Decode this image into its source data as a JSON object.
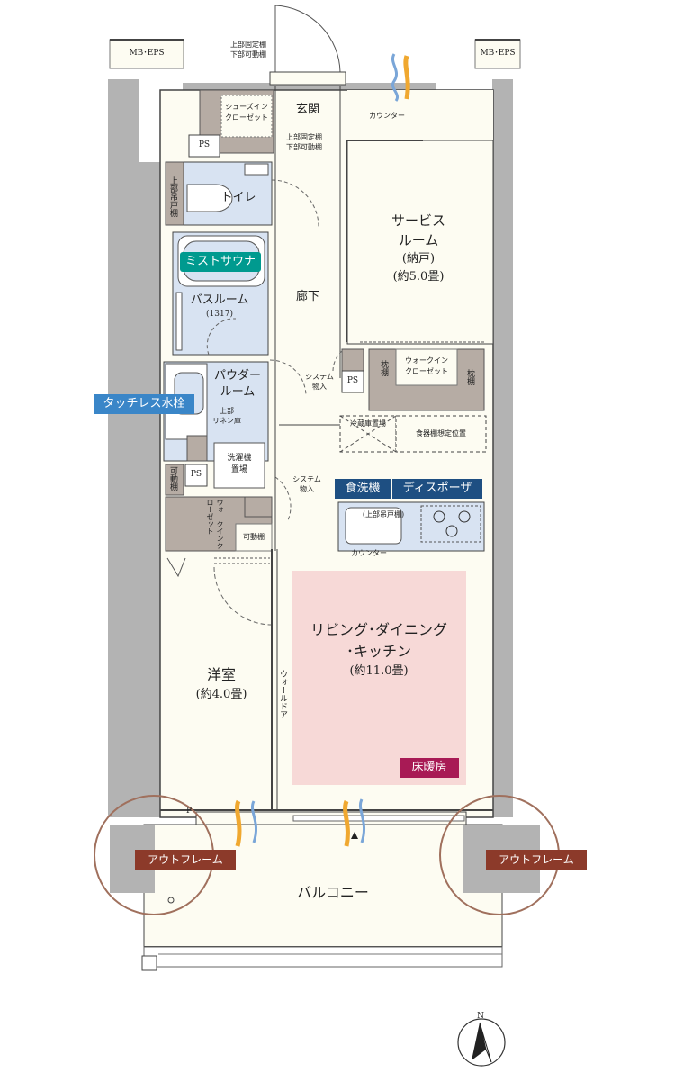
{
  "colors": {
    "wall": "#b3b3b3",
    "floor": "#fdfcf2",
    "wet_area": "#d8e3f2",
    "storage": "#b6aca4",
    "ldk_floor_heating": "#f7d9d7",
    "teal_badge": "#009a8f",
    "navy_badge": "#1e4f82",
    "touch_badge": "#3a86c8",
    "floor_heating_badge": "#a81a55",
    "outframe_tag": "#8c3a2a",
    "outframe_circle": "#a0705d"
  },
  "labels": {
    "mb_eps_left": "MB･EPS",
    "mb_eps_right": "MB･EPS",
    "shelf_top_1": "上部固定棚",
    "shelf_bottom_1": "下部可動棚",
    "shoes_closet_1": "シューズイン",
    "shoes_closet_2": "クローゼット",
    "entrance": "玄関",
    "counter_top": "カウンター",
    "ps_1": "PS",
    "shelf_top_2": "上部固定棚",
    "shelf_bottom_2": "下部可動棚",
    "upper_cabinet": "上部吊戸棚",
    "toilet": "トイレ",
    "service_room_1": "サービス",
    "service_room_2": "ルーム",
    "service_room_3": "(納戸)",
    "service_room_4": "(約5.0畳)",
    "bathroom_1": "バスルーム",
    "bathroom_2": "(1317)",
    "corridor": "廊下",
    "system_storage_1a": "システム",
    "system_storage_1b": "物入",
    "ps_2": "PS",
    "pillow_shelf_1": "枕棚",
    "walkin_closet_1": "ウォークイン",
    "walkin_closet_2": "クローゼット",
    "pillow_shelf_2": "枕棚",
    "powder_room_1": "パウダー",
    "powder_room_2": "ルーム",
    "upper_linen_1": "上部",
    "upper_linen_2": "リネン庫",
    "fridge_space": "冷蔵庫置場",
    "dish_shelf_space": "食器棚想定位置",
    "movable_shelf_1": "可動棚",
    "laundry_1": "洗濯機",
    "laundry_2": "置場",
    "ps_3": "PS",
    "system_storage_2a": "システム",
    "system_storage_2b": "物入",
    "walkin_closet_v": "ウォークインクローゼット",
    "movable_shelf_2": "可動棚",
    "upper_cabinet_kitchen": "(上部吊戸棚)",
    "counter_kitchen": "カウンター",
    "ldk_1": "リビング･ダイニング",
    "ldk_2": "･キッチン",
    "ldk_3": "(約11.0畳)",
    "western_room_1": "洋室",
    "western_room_2": "(約4.0畳)",
    "wall_door": "ウォールドア",
    "balcony": "バルコニー",
    "p_mark": "P",
    "north": "N"
  },
  "badges": {
    "mist_sauna": "ミストサウナ",
    "touchless_faucet": "タッチレス水栓",
    "dishwasher": "食洗機",
    "disposer": "ディスポーザ",
    "floor_heating": "床暖房",
    "outframe_left": "アウトフレーム",
    "outframe_right": "アウトフレーム"
  }
}
